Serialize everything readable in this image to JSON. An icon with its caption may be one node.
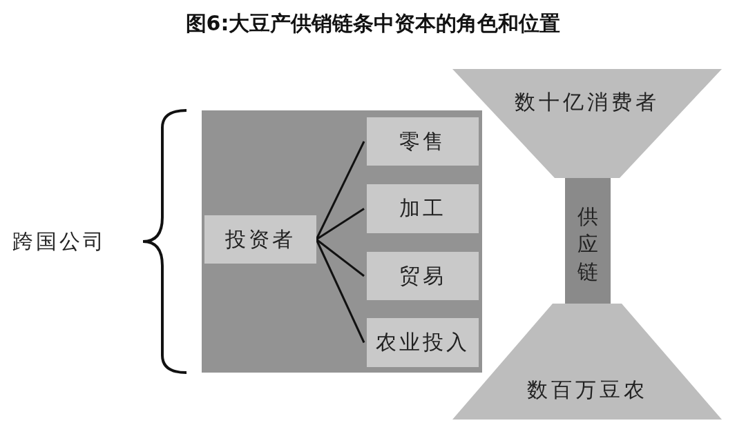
{
  "diagram": {
    "title": "图6:大豆产供销链条中资本的角色和位置",
    "nodes": [
      {
        "text": [],
        "shape": "box"
      },
      {
        "text": [
          "投资者"
        ],
        "in": 0
      },
      {
        "text": [
          "零售"
        ],
        "in": 0
      },
      {
        "text": [
          "加工"
        ],
        "in": 0
      },
      {
        "text": [
          "贸易"
        ],
        "in": 0
      },
      {
        "text": [
          "农业投入"
        ],
        "in": 0
      },
      {
        "text": [
          "数十亿消费者"
        ]
      },
      {
        "text": [
          "供应链"
        ]
      },
      {
        "text": [
          "数百万豆农"
        ]
      }
    ],
    "edges": [
      {
        "from": 1,
        "to": 2,
        "arrow": "none"
      },
      {
        "from": 1,
        "to": 3,
        "arrow": "none"
      },
      {
        "from": 1,
        "to": 4,
        "arrow": "none"
      },
      {
        "from": 1,
        "to": 5,
        "arrow": "none"
      }
    ],
    "labels": [
      "跨国公司"
    ]
  }
}
